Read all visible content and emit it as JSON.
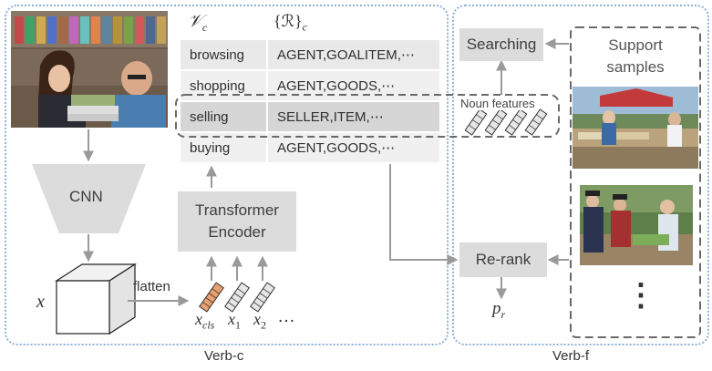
{
  "panels": {
    "left_label": "Verb-c",
    "right_label": "Verb-f"
  },
  "headers": {
    "verbs": "𝒱",
    "verbs_sub": "c",
    "roles": "{ℛ}",
    "roles_sub": "c"
  },
  "verb_table": [
    {
      "verb": "browsing",
      "roles": "AGENT,GOALITEM,⋯",
      "highlight": false
    },
    {
      "verb": "shopping",
      "roles": "AGENT,GOODS,⋯",
      "highlight": false
    },
    {
      "verb": "selling",
      "roles": "SELLER,ITEM,⋯",
      "highlight": true
    },
    {
      "verb": "buying",
      "roles": "AGENT,GOODS,⋯",
      "highlight": false
    }
  ],
  "modules": {
    "cnn": "CNN",
    "transformer_line1": "Transformer",
    "transformer_line2": "Encoder",
    "searching": "Searching",
    "rerank": "Re-rank",
    "support_line1": "Support",
    "support_line2": "samples"
  },
  "labels": {
    "flatten": "flatten",
    "noun_features": "Noun features",
    "x": "x",
    "x_cls": "x",
    "x_cls_sub": "cls",
    "x1": "x",
    "x1_sub": "1",
    "x2": "x",
    "x2_sub": "2",
    "ellipsis": "…",
    "pr": "p",
    "pr_sub": "r",
    "vdots": "⋮"
  },
  "colors": {
    "panel_border": "#8fb0d8",
    "box_fill": "#dcdcdc",
    "arrow": "#9a9a9a",
    "highlight_token": "#e8a070"
  }
}
